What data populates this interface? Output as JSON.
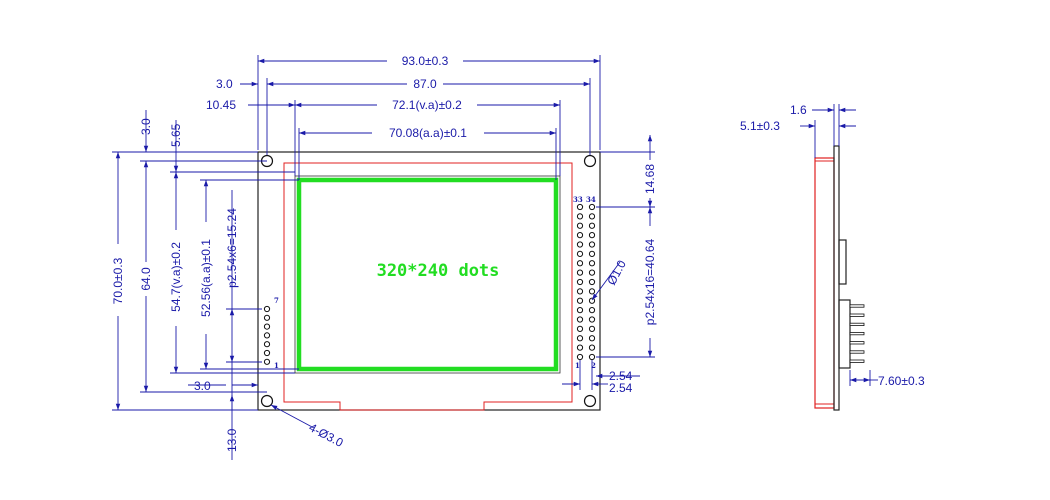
{
  "labels": {
    "overall_width": "93.0±0.3",
    "inner_width": "87.0",
    "va_width": "72.1(v.a)±0.2",
    "aa_width": "70.08(a.a)±0.1",
    "left_offset": "3.0",
    "va_offset": "10.45",
    "top_offset": "3.0",
    "va_top_offset": "5.65",
    "overall_height": "70.0±0.3",
    "inner_height": "64.0",
    "va_height": "54.7(v.a)±0.2",
    "aa_height": "52.56(a.a)±0.1",
    "pitch_left": "p2.54x6=15.24",
    "pitch_right": "p2.54x16=40.64",
    "right_top": "14.68",
    "hole_dia": "Ø1.0",
    "pitch_x": "2.54",
    "pitch_y": "2.54",
    "bottom_left_offset": "3.0",
    "bottom_height": "13.0",
    "mount_holes": "4-Ø3.0",
    "side_thickness": "1.6",
    "side_depth": "5.1±0.3",
    "pin_length": "7.60±0.3",
    "resolution": "320*240 dots",
    "pin_33": "33",
    "pin_34": "34",
    "pin_1_right": "1",
    "pin_2_right": "2",
    "pin_7_left": "7",
    "pin_1_left": "1"
  }
}
